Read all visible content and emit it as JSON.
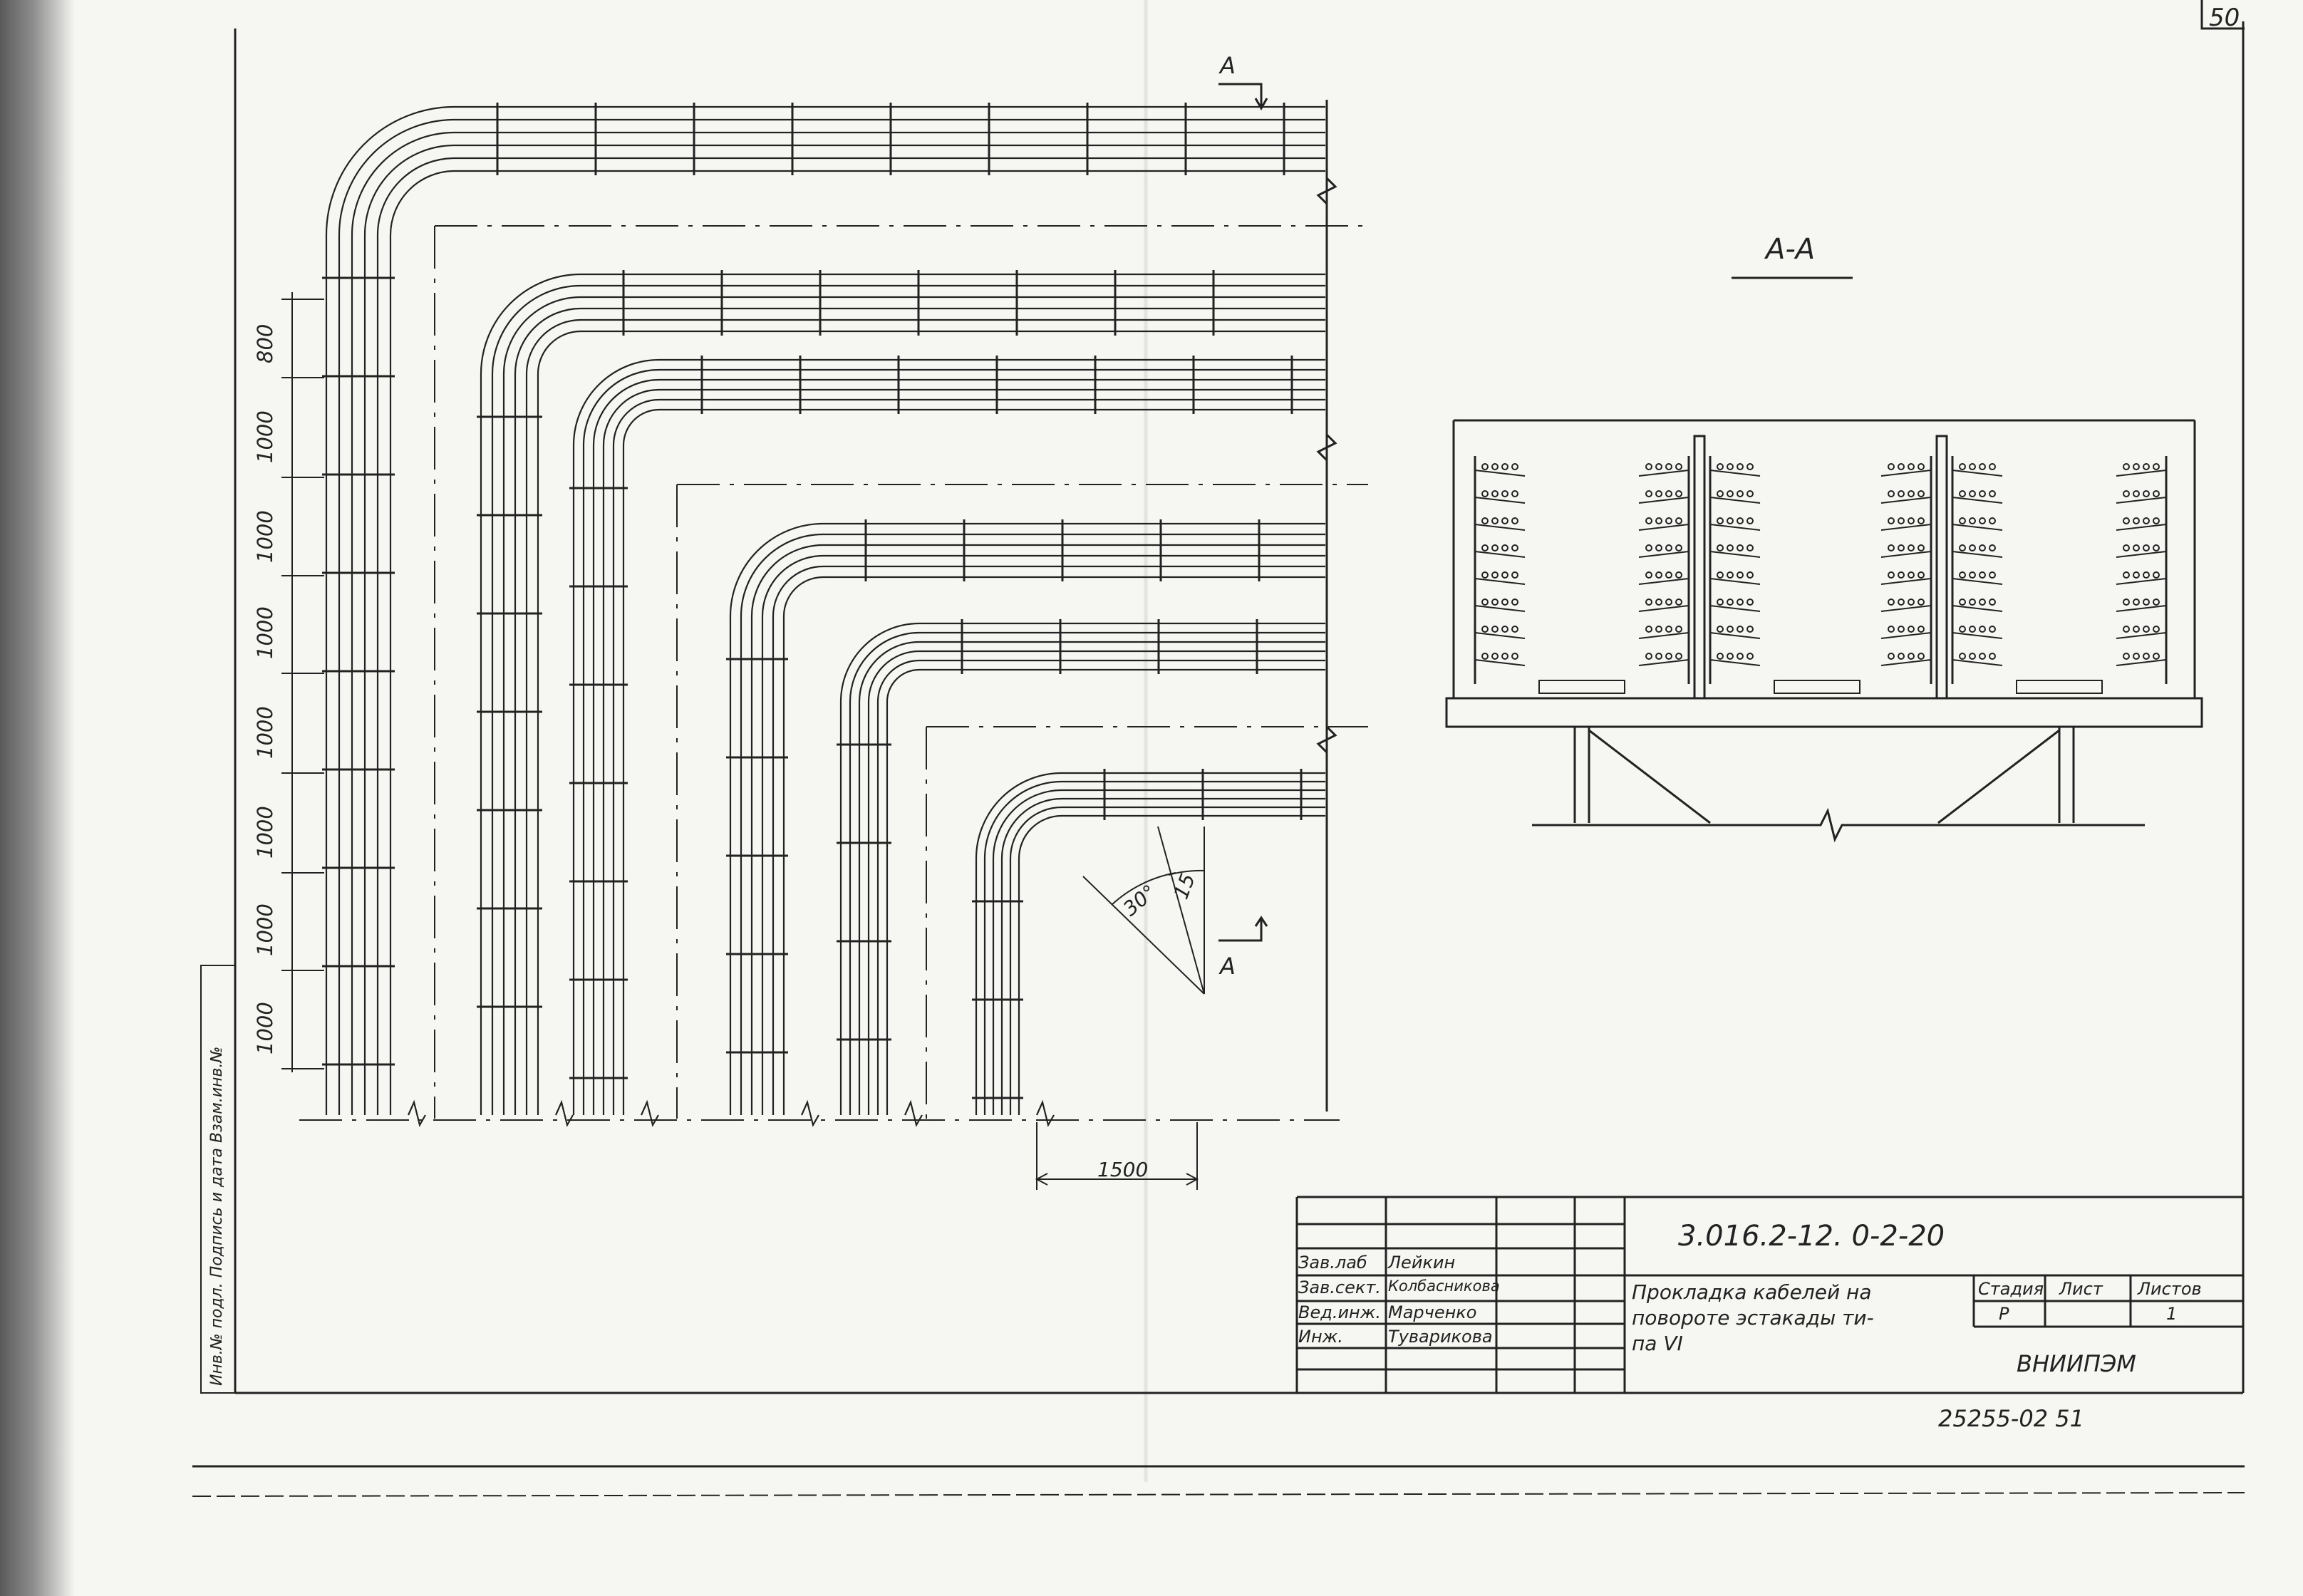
{
  "sheet": {
    "corner_number": "50",
    "section_marker": "А",
    "section_title": "А-А",
    "angle_1": "30°",
    "angle_2": "15",
    "dimension_bottom": "1500",
    "left_dimensions": [
      "800",
      "1000",
      "1000",
      "1000",
      "1000",
      "1000",
      "1000",
      "1000"
    ],
    "vertical_margin_note": "Инв.№ подл.   Подпись и дата   Взам.инв.№"
  },
  "title_block": {
    "doc_number": "3.016.2-12. 0-2-20",
    "roles": [
      "Зав.лаб",
      "Зав.сект.",
      "Вед.инж.",
      "Инж."
    ],
    "names": [
      "Лейкин",
      "Колбасникова",
      "Марченко",
      "Туварикова"
    ],
    "title": [
      "Прокладка кабелей на",
      "повороте эстакады ти-",
      "па VI"
    ],
    "stage_label": "Стадия",
    "sheet_label": "Лист",
    "sheets_label": "Листов",
    "stage_value": "Р",
    "sheets_value": "1",
    "organization": "ВНИИПЭМ",
    "archive_number": "25255-02  51"
  }
}
